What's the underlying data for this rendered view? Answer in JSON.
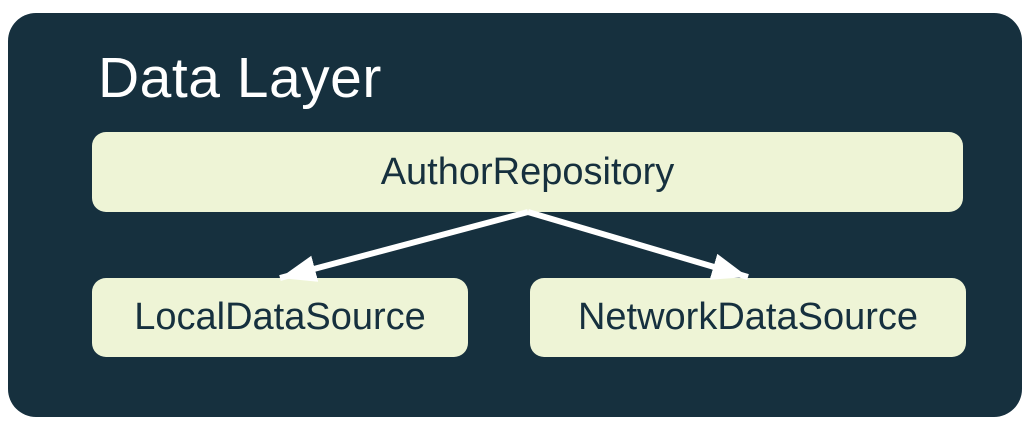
{
  "diagram": {
    "title": "Data Layer",
    "nodes": [
      {
        "id": "author-repository",
        "label": "AuthorRepository"
      },
      {
        "id": "local-data-source",
        "label": "LocalDataSource"
      },
      {
        "id": "network-data-source",
        "label": "NetworkDataSource"
      }
    ],
    "edges": [
      {
        "from": "AuthorRepository",
        "to": "LocalDataSource"
      },
      {
        "from": "AuthorRepository",
        "to": "NetworkDataSource"
      }
    ],
    "colors": {
      "panel_background": "#16303E",
      "node_background": "#EEF4D6",
      "node_text": "#16303E",
      "title_text": "#FFFFFF",
      "arrow": "#FFFFFF",
      "page_background": "#FFFFFF"
    }
  }
}
